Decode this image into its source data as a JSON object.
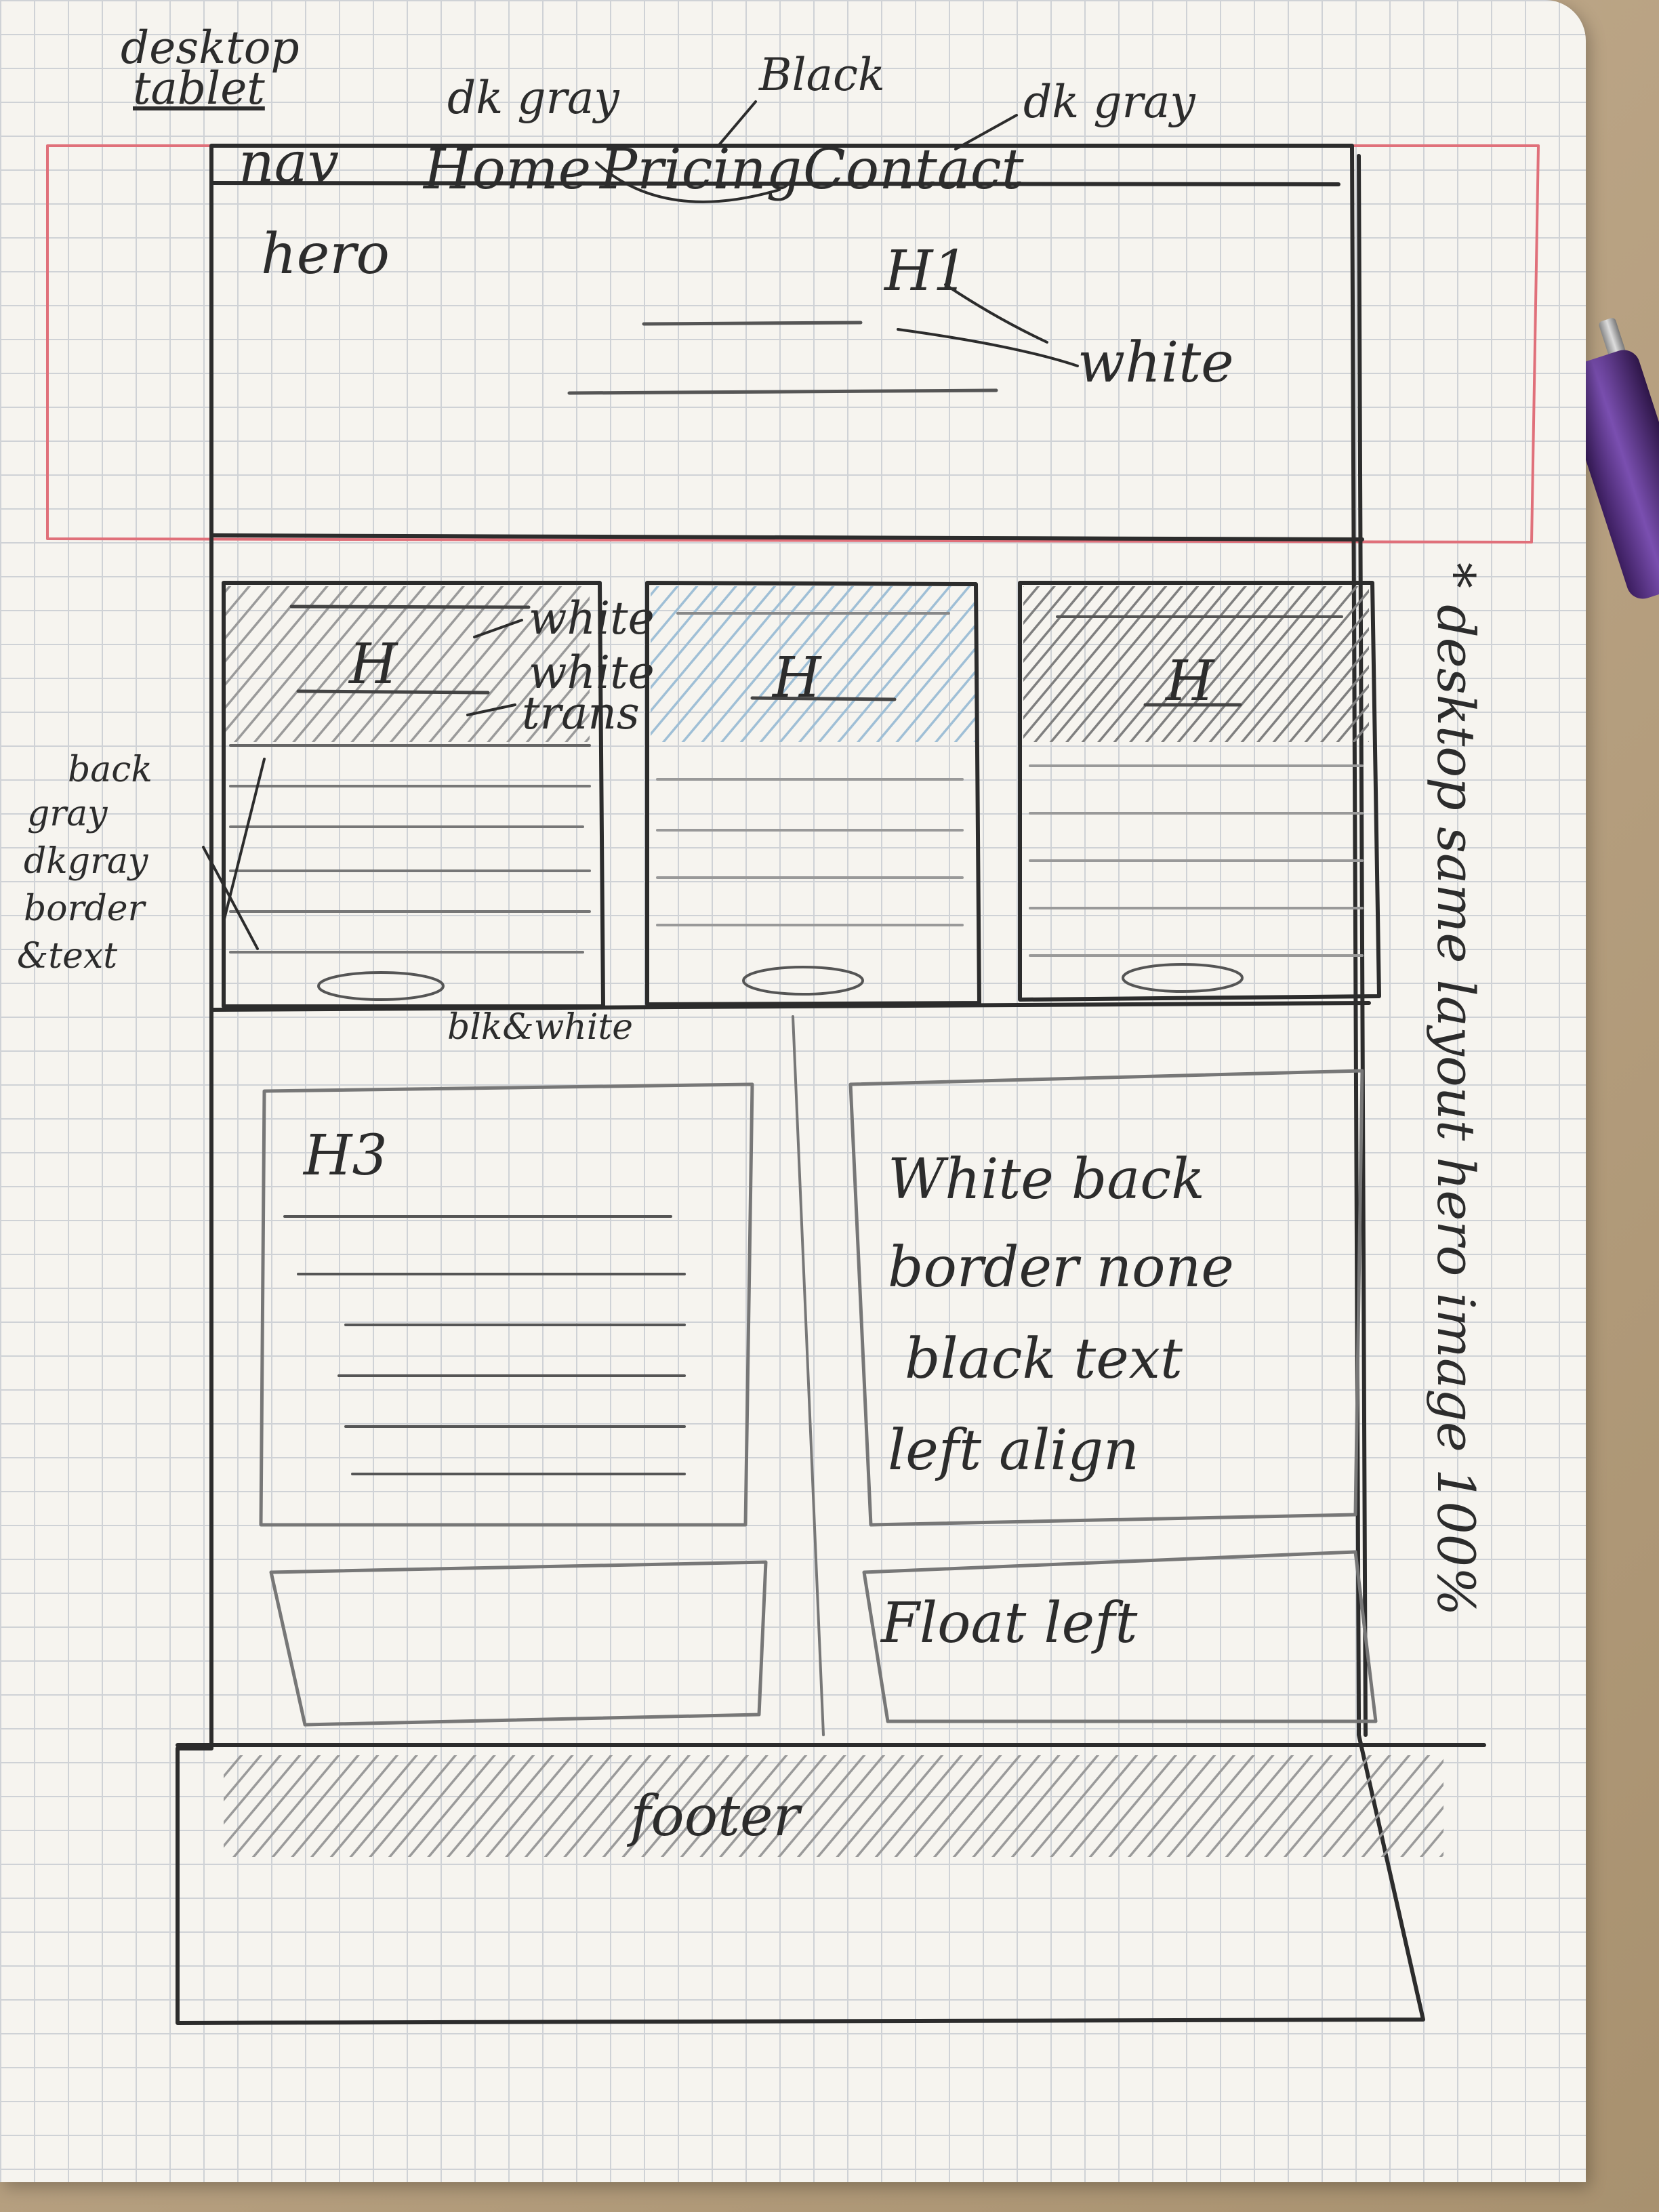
{
  "labels": {
    "device_line1": "desktop",
    "device_line2": "tablet",
    "nav": "nav",
    "nav_home": "Home",
    "nav_pricing": "Pricing",
    "nav_contact": "Contact",
    "note_home_color": "dk gray",
    "note_pricing_color": "Black",
    "note_contact_color": "dk gray",
    "hero": "hero",
    "hero_h1": "H1",
    "hero_text_color": "white",
    "card_h_marker": "H",
    "card1_h_marker": "H",
    "card1_note1": "white",
    "card1_note2": "white",
    "card1_note3": "trans",
    "card_button_note": "blk&white",
    "side_note_line1": "back",
    "side_note_line2": "gray",
    "side_note_line3": "dkgray",
    "side_note_line4": "border",
    "side_note_line5": "&text",
    "content_h3": "H3",
    "panel_note_line1": "White back",
    "panel_note_line2": "border none",
    "panel_note_line3": "black text",
    "panel_note_line4": "left align",
    "float_note": "Float left",
    "footer": "footer",
    "vertical_note": "* desktop same layout hero image 100%"
  },
  "colors": {
    "ink": "#2c2c2c",
    "hero_annotation": "#e0707a",
    "shading_gray": "#9a9a9a",
    "shading_blue": "#9fbfd6"
  }
}
